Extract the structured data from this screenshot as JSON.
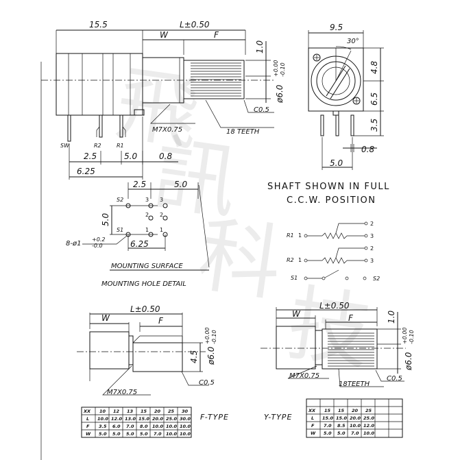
{
  "front_view": {
    "dim_total_left": "15.5",
    "dim_L": "L±0.50",
    "dim_W": "W",
    "dim_F": "F",
    "dim_flat": "1.0",
    "dim_shaft_dia": "ø6.0",
    "dim_shaft_tol_upper": "+0.00",
    "dim_shaft_tol_lower": "-0.10",
    "chamfer": "C0.5",
    "thread": "M7X0.75",
    "teeth": "18 TEETH",
    "pin_labels": [
      "SW",
      "R2",
      "R1"
    ],
    "dim_pins": [
      "2.5",
      "5.0",
      "0.8"
    ],
    "dim_bottom": "6.25"
  },
  "side_view": {
    "dim_width": "9.5",
    "angle": "30°",
    "dim_right": [
      "4.8",
      "6.5",
      "3.5"
    ],
    "dim_pin": "0.8",
    "dim_bottom": "5.0"
  },
  "hole_detail": {
    "dim_top": [
      "2.5",
      "5.0"
    ],
    "dim_left": "5.0",
    "dim_bottom": "6.25",
    "labels_s": [
      "S2",
      "S1"
    ],
    "row_numbers": [
      "3",
      "3",
      "2",
      "2",
      "1",
      "1"
    ],
    "hole_spec": "8-ø1",
    "hole_tol_upper": "+0.2",
    "hole_tol_lower": "-0.0",
    "mounting_surface": "MOUNTING SURFACE",
    "title": "MOUNTING HOLE DETAIL"
  },
  "notes": {
    "line1": "SHAFT SHOWN IN FULL",
    "line2": "C.C.W. POSITION"
  },
  "schematic": {
    "r1": "R1",
    "r2": "R2",
    "s1": "S1",
    "s2": "S2",
    "pin1": "1",
    "pin2": "2",
    "pin3": "3"
  },
  "f_type": {
    "label": "F-TYPE",
    "dim_W": "W",
    "dim_L": "L±0.50",
    "dim_F": "F",
    "dim_flat": "4.5",
    "dim_shaft_dia": "ø6.0",
    "dim_shaft_tol_upper": "+0.00",
    "dim_shaft_tol_lower": "-0.10",
    "chamfer": "C0.5",
    "thread": "M7X0.75",
    "table": {
      "header": [
        "XX",
        "10",
        "12",
        "13",
        "15",
        "20",
        "25",
        "30"
      ],
      "rows": [
        [
          "L",
          "10.0",
          "12.0",
          "13.0",
          "15.0",
          "20.0",
          "25.0",
          "30.0"
        ],
        [
          "F",
          "3.5",
          "6.0",
          "7.0",
          "8.0",
          "10.0",
          "10.0",
          "10.0"
        ],
        [
          "W",
          "5.0",
          "5.0",
          "5.0",
          "5.0",
          "7.0",
          "10.0",
          "10.0"
        ]
      ]
    }
  },
  "y_type": {
    "label": "Y-TYPE",
    "dim_W": "W",
    "dim_L": "L±0.50",
    "dim_F": "F",
    "dim_flat": "1.0",
    "dim_shaft_dia": "ø6.0",
    "dim_shaft_tol_upper": "+0.00",
    "dim_shaft_tol_lower": "-0.10",
    "chamfer": "C0.5",
    "thread": "M7X0.75",
    "teeth": "18TEETH",
    "table": {
      "header": [
        "XX",
        "15",
        "15",
        "20",
        "25",
        "",
        "",
        ""
      ],
      "rows": [
        [
          "L",
          "15.0",
          "15.0",
          "20.0",
          "25.0",
          "",
          "",
          ""
        ],
        [
          "F",
          "7.0",
          "8.5",
          "10.0",
          "12.0",
          "",
          "",
          ""
        ],
        [
          "W",
          "5.0",
          "5.0",
          "7.0",
          "10.0",
          "",
          "",
          ""
        ]
      ]
    }
  },
  "watermark": "飛訊科技"
}
